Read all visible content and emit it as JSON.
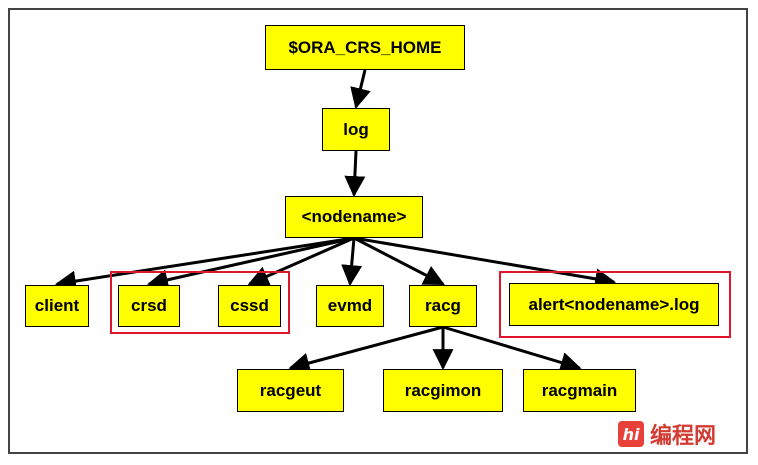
{
  "diagram": {
    "nodes": {
      "root": "$ORA_CRS_HOME",
      "log": "log",
      "nodename": "<nodename>",
      "client": "client",
      "crsd": "crsd",
      "cssd": "cssd",
      "evmd": "evmd",
      "racg": "racg",
      "alert": "alert<nodename>.log",
      "racgeut": "racgeut",
      "racgimon": "racgimon",
      "racgmain": "racgmain"
    },
    "edges": [
      [
        "root",
        "log"
      ],
      [
        "log",
        "nodename"
      ],
      [
        "nodename",
        "client"
      ],
      [
        "nodename",
        "crsd"
      ],
      [
        "nodename",
        "cssd"
      ],
      [
        "nodename",
        "evmd"
      ],
      [
        "nodename",
        "racg"
      ],
      [
        "nodename",
        "alert"
      ],
      [
        "racg",
        "racgeut"
      ],
      [
        "racg",
        "racgimon"
      ],
      [
        "racg",
        "racgmain"
      ]
    ],
    "highlight_color": "#e0142b",
    "node_color": "#ffff00"
  },
  "watermark": {
    "logo_icon": "hi-logo-icon",
    "logo_text": "hi",
    "text": "编程网"
  }
}
